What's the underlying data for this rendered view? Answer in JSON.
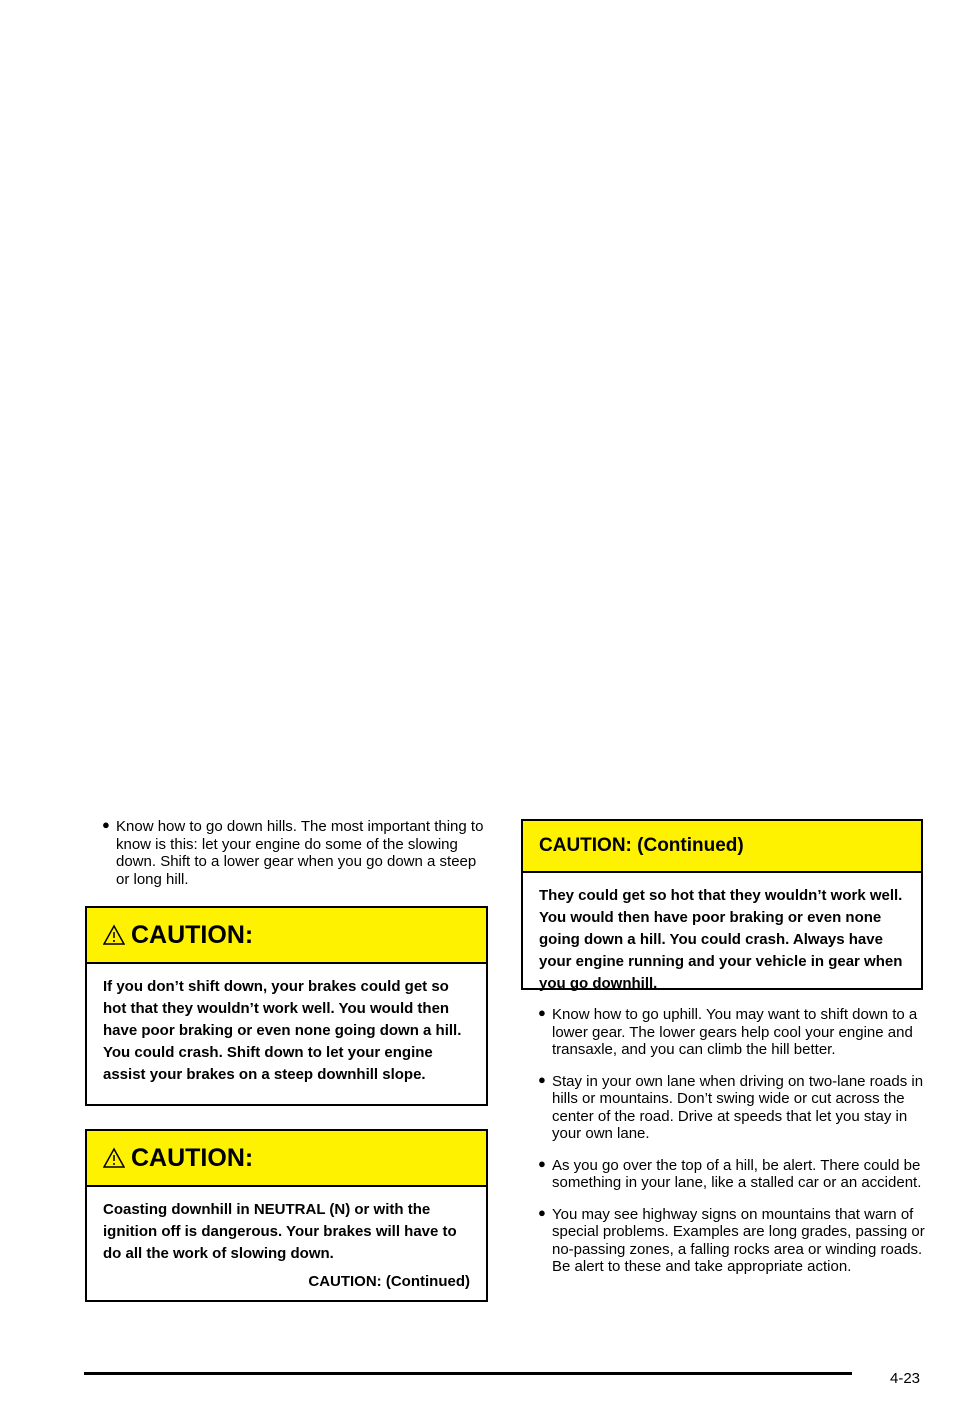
{
  "left": {
    "bullet1": "Know how to go down hills. The most important thing to know is this: let your engine do some of the slowing down. Shift to a lower gear when you go down a steep or long hill.",
    "caution1": {
      "title": "CAUTION:",
      "text": "If you don’t shift down, your brakes could get so hot that they wouldn’t work well. You would then have poor braking or even none going down a hill. You could crash. Shift down to let your engine assist your brakes on a steep downhill slope."
    },
    "caution2": {
      "title": "CAUTION:",
      "text": "Coasting downhill in NEUTRAL (N) or with the ignition off is dangerous. Your brakes will have to do all the work of slowing down.",
      "continued": "CAUTION:  (Continued)"
    }
  },
  "right": {
    "caution_cont": {
      "title": "CAUTION:  (Continued)",
      "text": "They could get so hot that they wouldn’t work well. You would then have poor braking or even none going down a hill. You could crash. Always have your engine running and your vehicle in gear when you go downhill."
    },
    "bullets": [
      "Know how to go uphill. You may want to shift down to a lower gear. The lower gears help cool your engine and transaxle, and you can climb the hill better.",
      "Stay in your own lane when driving on two-lane roads in hills or mountains. Don’t swing wide or cut across the center of the road. Drive at speeds that let you stay in your own lane.",
      "As you go over the top of a hill, be alert. There could be something in your lane, like a stalled car or an accident.",
      "You may see highway signs on mountains that warn of special problems. Examples are long grades, passing or no-passing zones, a falling rocks area or winding roads. Be alert to these and take appropriate action."
    ]
  },
  "footer": {
    "page_number": "4-23"
  }
}
